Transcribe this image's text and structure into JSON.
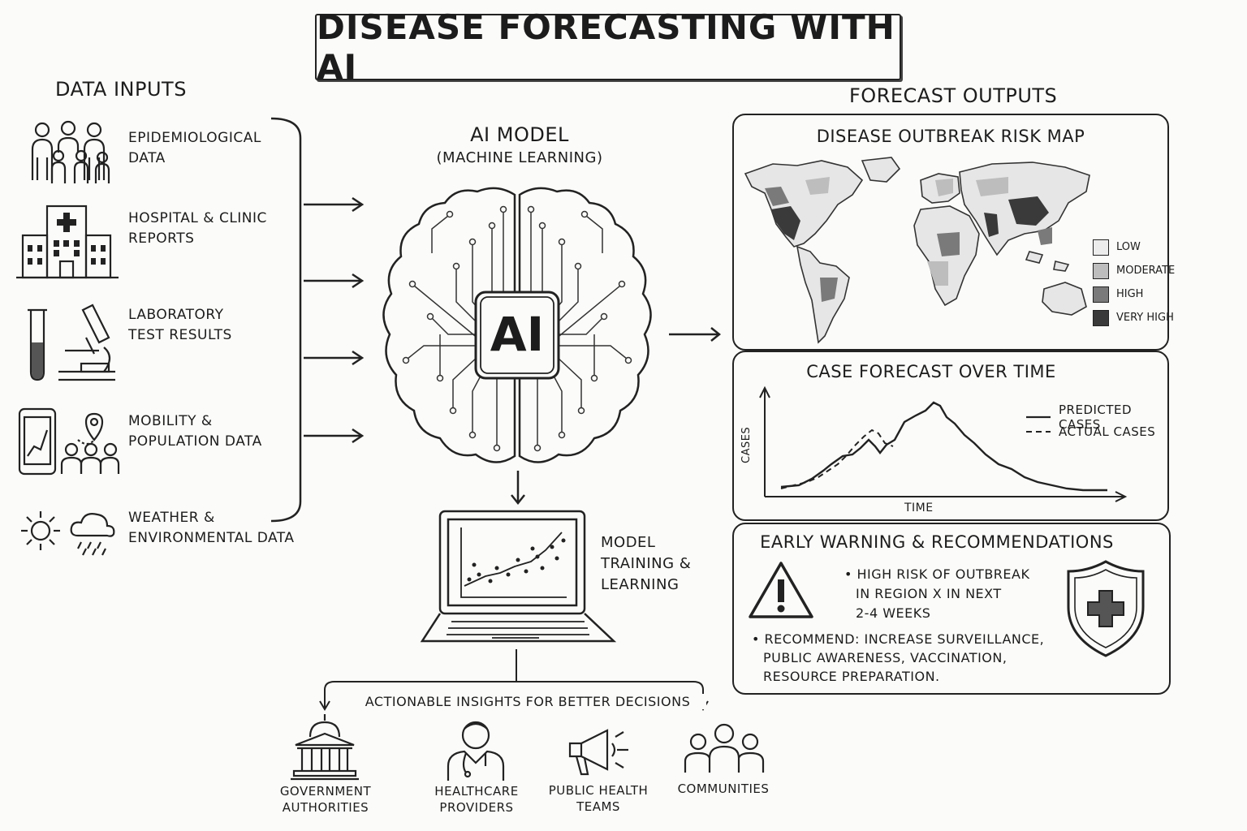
{
  "title": "DISEASE FORECASTING WITH AI",
  "inputs": {
    "heading": "DATA INPUTS",
    "items": [
      {
        "line1": "EPIDEMIOLOGICAL",
        "line2": "DATA",
        "icon": "people-group-icon"
      },
      {
        "line1": "HOSPITAL & CLINIC",
        "line2": "REPORTS",
        "icon": "hospital-icon"
      },
      {
        "line1": "LABORATORY",
        "line2": "TEST RESULTS",
        "icon": "microscope-icon"
      },
      {
        "line1": "MOBILITY &",
        "line2": "POPULATION DATA",
        "icon": "phone-location-icon"
      },
      {
        "line1": "WEATHER &",
        "line2": "ENVIRONMENTAL DATA",
        "icon": "weather-icon"
      }
    ]
  },
  "model": {
    "heading": "AI MODEL",
    "subheading": "(MACHINE LEARNING)",
    "chip_label": "AI",
    "training_line1": "MODEL",
    "training_line2": "TRAINING &",
    "training_line3": "LEARNING"
  },
  "outputs": {
    "heading": "FORECAST OUTPUTS",
    "map": {
      "title": "DISEASE OUTBREAK RISK MAP",
      "legend": [
        {
          "label": "LOW",
          "color": "#ececec"
        },
        {
          "label": "MODERATE",
          "color": "#bdbdbd"
        },
        {
          "label": "HIGH",
          "color": "#7a7a7a"
        },
        {
          "label": "VERY HIGH",
          "color": "#3a3a3a"
        }
      ]
    },
    "forecast": {
      "title": "CASE FORECAST OVER TIME",
      "ylabel": "CASES",
      "xlabel": "TIME",
      "legend_predicted": "PREDICTED CASES",
      "legend_actual": "ACTUAL CASES"
    },
    "warning": {
      "title": "EARLY WARNING & RECOMMENDATIONS",
      "bullet1_l1": "• HIGH RISK OF OUTBREAK",
      "bullet1_l2": "IN REGION X IN NEXT",
      "bullet1_l3": "2-4 WEEKS",
      "bullet2_l1": "• RECOMMEND: INCREASE SURVEILLANCE,",
      "bullet2_l2": "PUBLIC AWARENESS, VACCINATION,",
      "bullet2_l3": "RESOURCE PREPARATION."
    }
  },
  "insights": {
    "heading": "ACTIONABLE INSIGHTS FOR BETTER DECISIONS",
    "audiences": [
      {
        "line1": "GOVERNMENT",
        "line2": "AUTHORITIES"
      },
      {
        "line1": "HEALTHCARE",
        "line2": "PROVIDERS"
      },
      {
        "line1": "PUBLIC HEALTH",
        "line2": "TEAMS"
      },
      {
        "line1": "COMMUNITIES",
        "line2": ""
      }
    ]
  }
}
